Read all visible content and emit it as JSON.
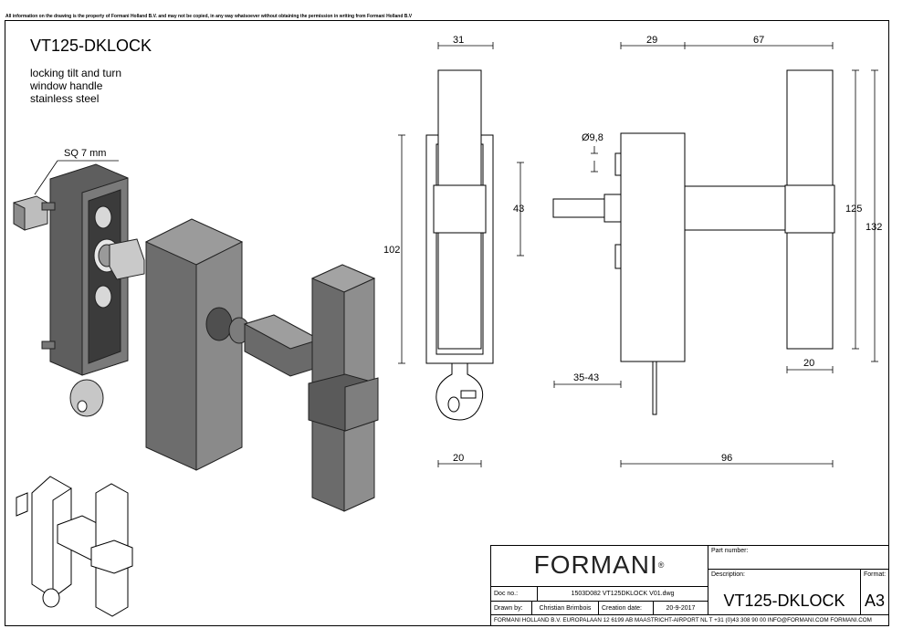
{
  "sheet": {
    "disclaimer": "All information on the drawing is the property of Formani Holland B.V. and may not be copied, in any way whatsoever without obtaining the permission in writing from Formani Holland B.V"
  },
  "header": {
    "title": "VT125-DKLOCK",
    "description_lines": [
      "locking tilt and turn",
      "window handle",
      "stainless steel"
    ]
  },
  "callouts": {
    "spindle": "SQ 7 mm"
  },
  "dimensions": {
    "front_top_width": "31",
    "front_height": "102",
    "front_collar": "43",
    "front_bottom_width": "20",
    "side_top_left": "29",
    "side_top_right": "67",
    "side_key_dia": "Ø9,8",
    "side_height_125": "125",
    "side_height_132": "132",
    "side_bar_width": "20",
    "side_door_range": "35-43",
    "side_total": "96"
  },
  "titleblock": {
    "logo": "FORMANI",
    "logo_mark": "®",
    "part_number_label": "Part number:",
    "part_number_value": "",
    "description_label": "Description:",
    "description_value": "VT125-DKLOCK",
    "format_label": "Format:",
    "format_value": "A3",
    "doc_no_label": "Doc no.:",
    "doc_no_value": "1503D082 VT125DKLOCK V01.dwg",
    "drawn_by_label": "Drawn by:",
    "drawn_by_value": "Christian Brimbois",
    "creation_date_label": "Creation date:",
    "creation_date_value": "20-9-2017",
    "footer": "FORMANI HOLLAND B.V.  EUROPALAAN 12  6199 AB MAASTRICHT-AIRPORT NL  T +31 (0)43 308 90 00 INFO@FORMANI.COM FORMANI.COM"
  }
}
